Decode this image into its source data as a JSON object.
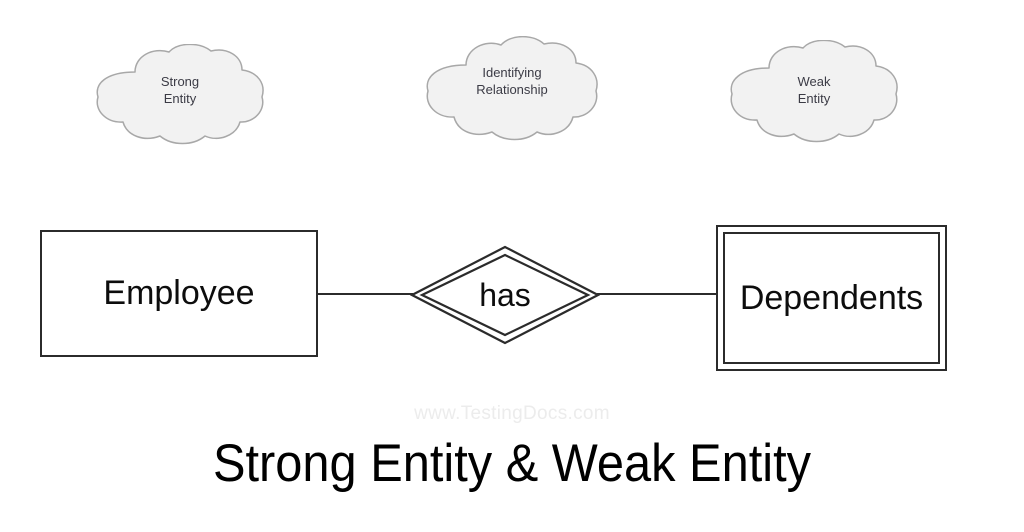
{
  "diagram": {
    "caption": "Strong Entity & Weak Entity",
    "watermark": "www.TestingDocs.com",
    "colors": {
      "background": "#ffffff",
      "stroke": "#2b2b2b",
      "cloud_fill": "#f2f2f2",
      "cloud_stroke": "#a8a8a8",
      "cloud_text": "#3b3b45",
      "entity_text": "#0d0d0d",
      "watermark_text": "#ececec",
      "caption_text": "#000000"
    },
    "annotations": [
      {
        "id": "strong-entity",
        "shape": "cloud",
        "label": "Strong\nEntity",
        "points_to": "employee"
      },
      {
        "id": "identifying-relationship",
        "shape": "cloud",
        "label": "Identifying\nRelationship",
        "points_to": "has"
      },
      {
        "id": "weak-entity",
        "shape": "cloud",
        "label": "Weak\nEntity",
        "points_to": "dependents"
      }
    ],
    "entities": [
      {
        "id": "employee",
        "name": "Employee",
        "type": "strong-entity",
        "shape": "rectangle"
      },
      {
        "id": "dependents",
        "name": "Dependents",
        "type": "weak-entity",
        "shape": "double-rectangle"
      }
    ],
    "relationships": [
      {
        "id": "has",
        "name": "has",
        "type": "identifying-relationship",
        "shape": "double-diamond",
        "from": "employee",
        "to": "dependents"
      }
    ]
  }
}
